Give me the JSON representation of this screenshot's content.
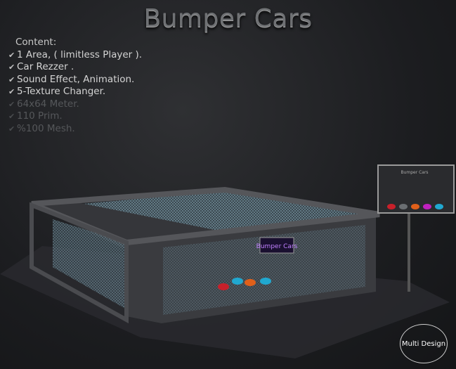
{
  "title": "Bumper Cars",
  "content": {
    "heading": "Content:",
    "items": [
      {
        "label": "1 Area, ( limitless Player ).",
        "icon": "check-icon"
      },
      {
        "label": "Car Rezzer .",
        "icon": "check-icon"
      },
      {
        "label": "Sound Effect, Animation.",
        "icon": "check-icon"
      },
      {
        "label": "5-Texture Changer.",
        "icon": "check-icon"
      },
      {
        "label": "64x64 Meter.",
        "icon": "check-icon"
      },
      {
        "label": "110 Prim.",
        "icon": "check-icon"
      },
      {
        "label": "%100 Mesh.",
        "icon": "check-icon"
      }
    ]
  },
  "sign_label": "Bumper Cars",
  "board_title": "Bumper Cars",
  "car_colors": [
    "#c8202a",
    "#6a6e72",
    "#e0601a",
    "#c020c0",
    "#20a8d0"
  ],
  "brand": "Multi Design"
}
